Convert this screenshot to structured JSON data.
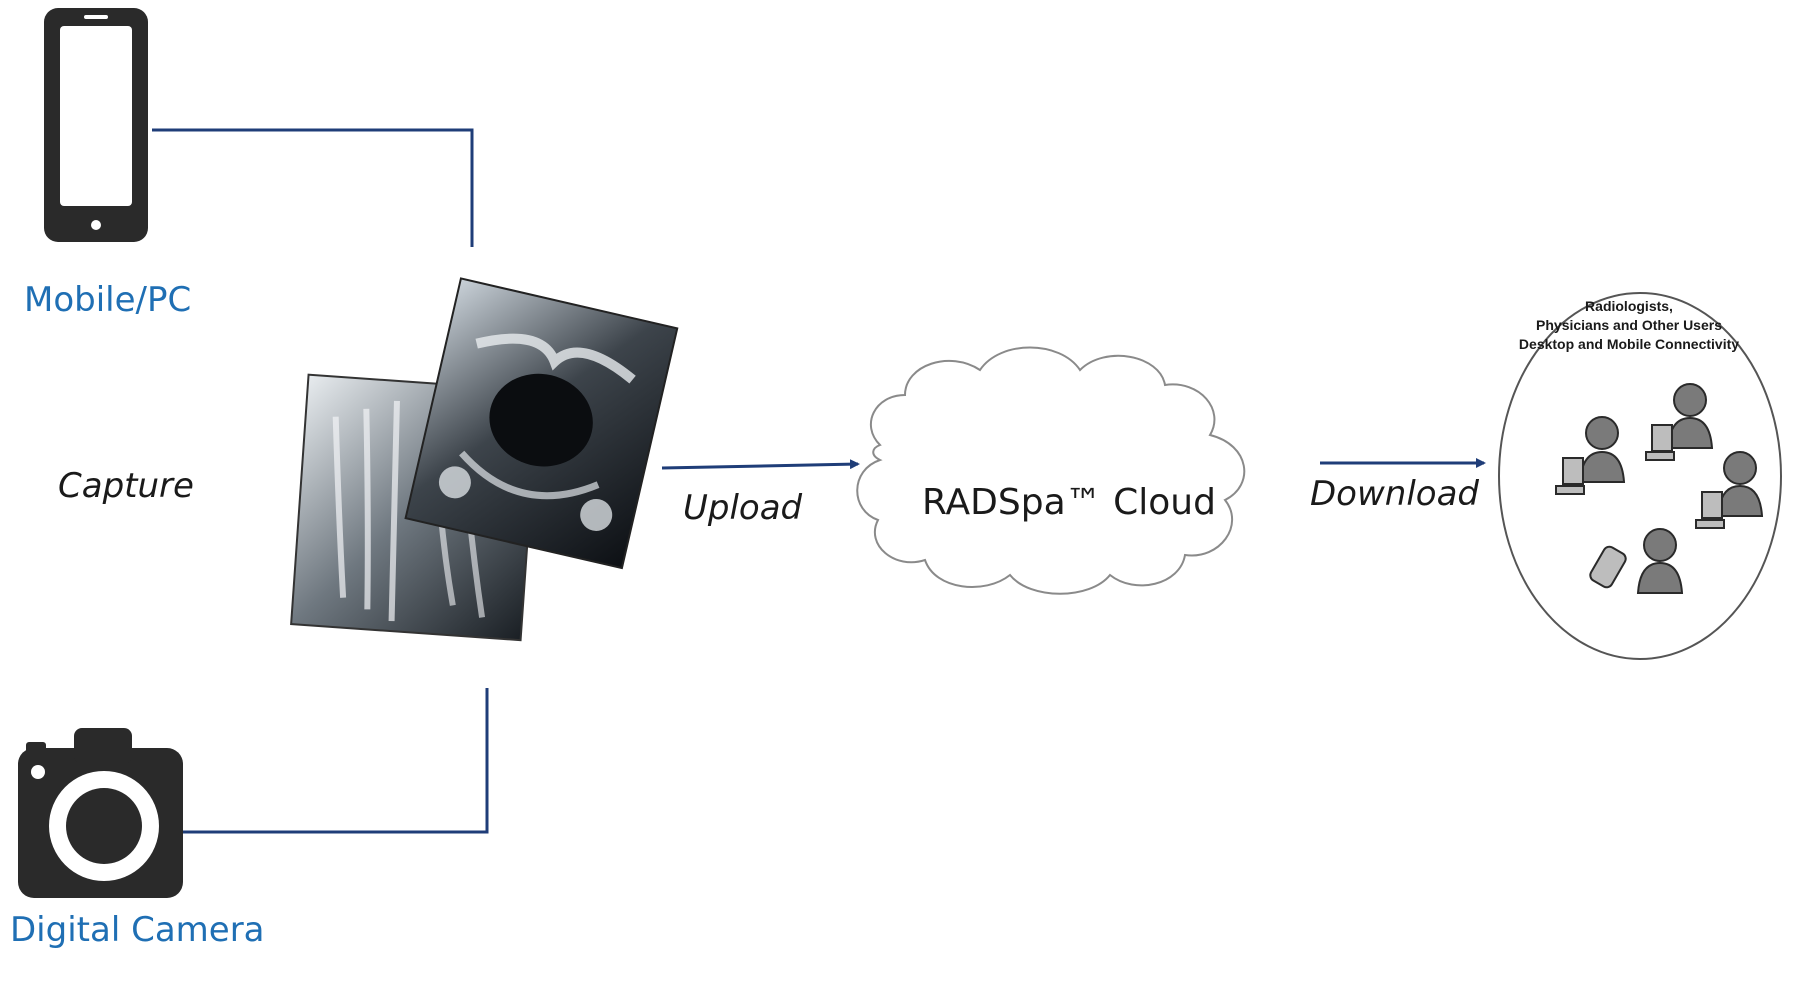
{
  "labels": {
    "mobile": "Mobile/PC",
    "camera": "Digital Camera",
    "capture": "Capture",
    "upload": "Upload",
    "cloud": "RADSpa™ Cloud",
    "download": "Download"
  },
  "users_group": {
    "line1": "Radiologists,",
    "line2": "Physicians and Other Users",
    "line3": "Desktop and Mobile Connectivity"
  },
  "icons": {
    "mobile": "smartphone-icon",
    "camera": "camera-icon",
    "xray": "xray-images",
    "cloud": "cloud-shape",
    "users": "user-workstation-icon"
  },
  "colors": {
    "connector": "#1f3d78",
    "label_blue": "#1f6fb4",
    "icon_dark": "#2a2a2a",
    "cloud_fill": "#ffffff",
    "cloud_stroke": "#8a8a8a"
  }
}
